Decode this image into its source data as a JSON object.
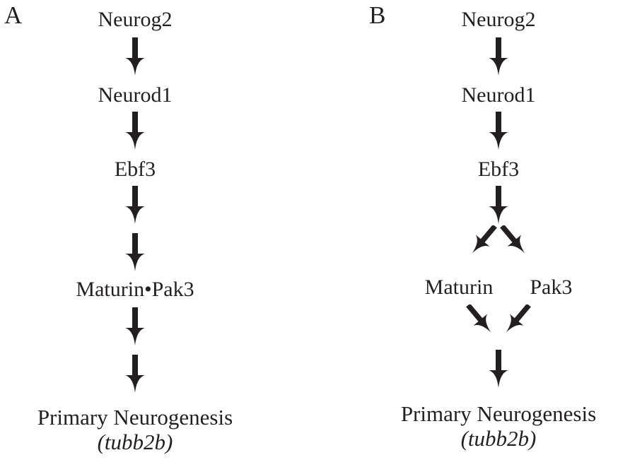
{
  "figure": {
    "type": "pathway-diagram",
    "description": "Two-panel gene regulatory cascade for primary neurogenesis",
    "colors": {
      "ink": "#231f20",
      "background": "#ffffff"
    },
    "icons": {
      "down_arrow_icon": "thick black downward arrow with concave triangular head",
      "diverge_arrows_icon": "pair of thick diagonal arrows splitting down-left and down-right",
      "converge_arrows_icon": "pair of thick diagonal arrows merging toward center"
    }
  },
  "panel_a": {
    "label": "A",
    "nodes": {
      "neurog2": "Neurog2",
      "neurod1": "Neurod1",
      "ebf3": "Ebf3",
      "complex": "Maturin•Pak3"
    },
    "outcome": {
      "title": "Primary Neurogenesis",
      "gene": "(tubb2b)"
    }
  },
  "panel_b": {
    "label": "B",
    "nodes": {
      "neurog2": "Neurog2",
      "neurod1": "Neurod1",
      "ebf3": "Ebf3",
      "maturin": "Maturin",
      "pak3": "Pak3"
    },
    "outcome": {
      "title": "Primary Neurogenesis",
      "gene": "(tubb2b)"
    }
  }
}
